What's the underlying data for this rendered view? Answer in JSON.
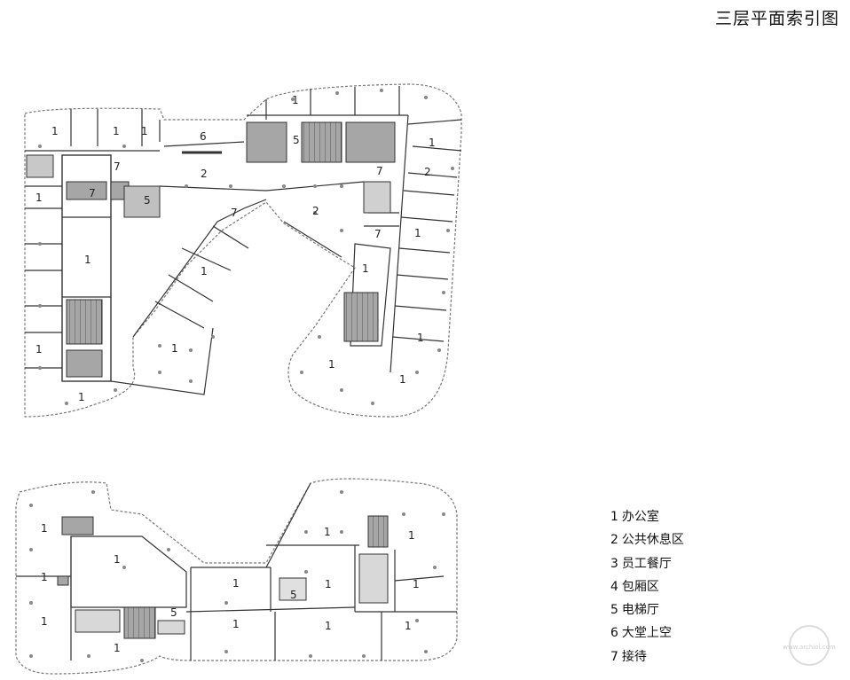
{
  "title": "三层平面索引图",
  "legend": [
    {
      "num": "1",
      "label": "办公室"
    },
    {
      "num": "2",
      "label": "公共休息区"
    },
    {
      "num": "3",
      "label": "员工餐厅"
    },
    {
      "num": "4",
      "label": "包厢区"
    },
    {
      "num": "5",
      "label": "电梯厅"
    },
    {
      "num": "6",
      "label": "大堂上空"
    },
    {
      "num": "7",
      "label": "接待"
    }
  ],
  "colors": {
    "wall": "#333333",
    "core_fill": "#a6a6a6",
    "column": "#888888",
    "dashed_edge": "#777777"
  },
  "plan_upper_labels": [
    "1",
    "1",
    "1",
    "1",
    "1",
    "1",
    "1",
    "1",
    "1",
    "1",
    "1",
    "1",
    "1",
    "1",
    "1",
    "1",
    "2",
    "2",
    "2",
    "5",
    "5",
    "6",
    "7",
    "7",
    "7",
    "7",
    "7"
  ],
  "plan_lower_labels": [
    "1",
    "1",
    "1",
    "1",
    "1",
    "1",
    "1",
    "1",
    "1",
    "1",
    "1",
    "1",
    "1",
    "5",
    "5"
  ],
  "watermark_text": "www.archiol.com"
}
